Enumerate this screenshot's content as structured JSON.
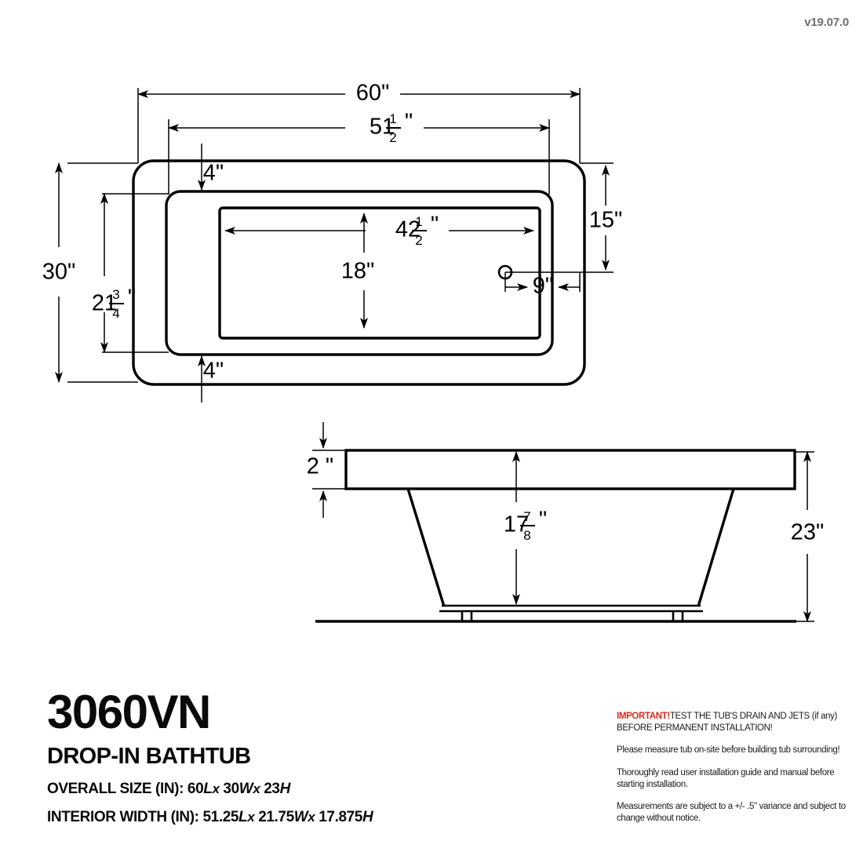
{
  "header": {
    "version": "v19.07.0"
  },
  "title_block": {
    "model_number": "3060VN",
    "product_type": "DROP-IN BATHTUB",
    "overall_label": "OVERALL SIZE (IN):",
    "overall_value": "60 L x 30 W x 23 H",
    "overall_parts": {
      "length": "60",
      "length_unit": "L",
      "width": "30",
      "width_unit": "W",
      "height": "23",
      "height_unit": "H",
      "sep": "x"
    },
    "interior_label": "INTERIOR WIDTH (IN):",
    "interior_value": "51.25 L x 21.75 W x 17.875 H",
    "interior_parts": {
      "length": "51.25",
      "length_unit": "L",
      "width": "21.75",
      "width_unit": "W",
      "height": "17.875",
      "height_unit": "H",
      "sep": "x"
    }
  },
  "notes": {
    "important_tag": "IMPORTANT!",
    "important_text": "TEST THE TUB'S DRAIN AND JETS (if any) BEFORE PERMANENT INSTALLATION!",
    "note_2": "Please measure tub on-site before building tub surrounding!",
    "note_3": "Thoroughly read user installation guide and manual before starting installation.",
    "note_4": "Measurements are subject to a +/- .5\" variance and subject to change without notice.",
    "important_color": "#d52b1e"
  },
  "drawing": {
    "plan_view": {
      "name": "top-plan-view",
      "dimensions": {
        "overall_length": {
          "value": "60",
          "unit": "\"",
          "display": "60\""
        },
        "rim_inner_length": {
          "whole": "51",
          "num": "1",
          "den": "2",
          "unit": "\"",
          "display": "51 1/2\""
        },
        "overall_width": {
          "value": "30",
          "unit": "\"",
          "display": "30\""
        },
        "rim_inner_width": {
          "whole": "21",
          "num": "3",
          "den": "4",
          "unit": "\"",
          "display": "21 3/4\""
        },
        "rim_top": {
          "value": "4",
          "unit": "\"",
          "display": "4\""
        },
        "rim_bottom": {
          "value": "4",
          "unit": "\"",
          "display": "4\""
        },
        "basin_length": {
          "whole": "42",
          "num": "1",
          "den": "2",
          "unit": "\"",
          "display": "42 1/2\""
        },
        "basin_width": {
          "value": "18",
          "unit": "\"",
          "display": "18\""
        },
        "drain_from_end": {
          "value": "15",
          "unit": "\"",
          "display": "15\""
        },
        "drain_offset": {
          "value": "9",
          "unit": "\"",
          "display": "9\""
        }
      }
    },
    "elevation_view": {
      "name": "side-elevation-view",
      "dimensions": {
        "rim_thickness": {
          "value": "2",
          "unit": "\"",
          "display": "2 \""
        },
        "interior_depth": {
          "whole": "17",
          "num": "7",
          "den": "8",
          "unit": "\"",
          "display": "17 7/8\""
        },
        "overall_height": {
          "value": "23",
          "unit": "\"",
          "display": "23\""
        }
      }
    }
  }
}
